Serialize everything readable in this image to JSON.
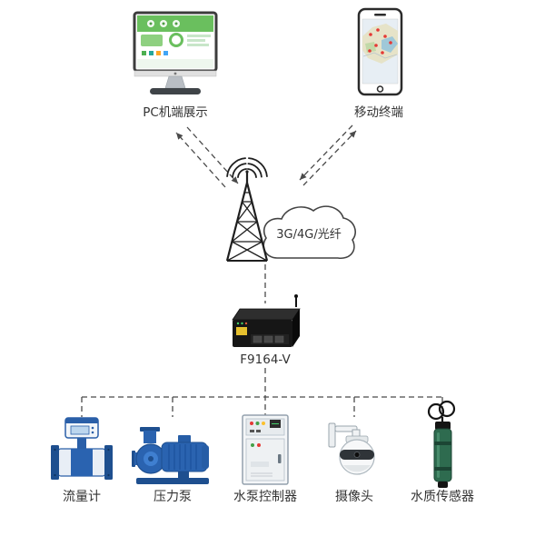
{
  "diagram": {
    "pc": {
      "label": "PC机端展示"
    },
    "mobile": {
      "label": "移动终端"
    },
    "cloud": {
      "label": "3G/4G/光纤"
    },
    "gateway": {
      "label": "F9164-V"
    },
    "devices": [
      {
        "id": "flow-meter",
        "label": "流量计"
      },
      {
        "id": "pressure-pump",
        "label": "压力泵"
      },
      {
        "id": "pump-controller",
        "label": "水泵控制器"
      },
      {
        "id": "camera",
        "label": "摄像头"
      },
      {
        "id": "water-quality-sensor",
        "label": "水质传感器"
      }
    ]
  },
  "colors": {
    "line": "#4a4a4a",
    "dashboard_green": "#6abf5e",
    "device_blue": "#2a63b0",
    "flange_blue": "#1e4f8f",
    "sensor_green": "#2e6b4f",
    "cabinet_gray": "#f4f6f8",
    "gateway_black": "#161616",
    "label_yellow": "#e6c02e"
  }
}
